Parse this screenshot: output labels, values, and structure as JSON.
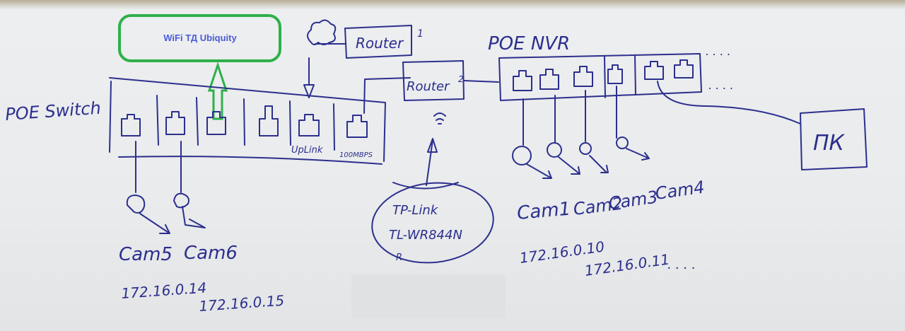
{
  "callout": {
    "label": "WiFi ТД Ubiquity",
    "color": "#2fb04a",
    "text_color": "#4b5bd8"
  },
  "poe_switch": {
    "label": "POE Switch",
    "uplink_label": "UpLink",
    "speed_label": "100MBPS"
  },
  "routers": {
    "router1": "Router",
    "router1_index": "1",
    "router2": "Router",
    "router2_index": "2"
  },
  "tplink": {
    "line1": "TP-Link",
    "line2": "TL-WR844N",
    "line3": "R"
  },
  "nvr": {
    "label": "POE NVR",
    "more_top": ". . . .",
    "more_bottom": ". . . ."
  },
  "pc": {
    "label": "ПК"
  },
  "cameras": [
    {
      "label": "Cam1",
      "ip": "172.16.0.10"
    },
    {
      "label": "Cam2",
      "ip": "172.16.0.11"
    },
    {
      "label": "Cam3"
    },
    {
      "label": "Cam4"
    },
    {
      "label": "Cam5",
      "ip": "172.16.0.14"
    },
    {
      "label": "Cam6",
      "ip": "172.16.0.15"
    }
  ],
  "ip_more": ". . . .",
  "ink_color": "#2c2f8c"
}
